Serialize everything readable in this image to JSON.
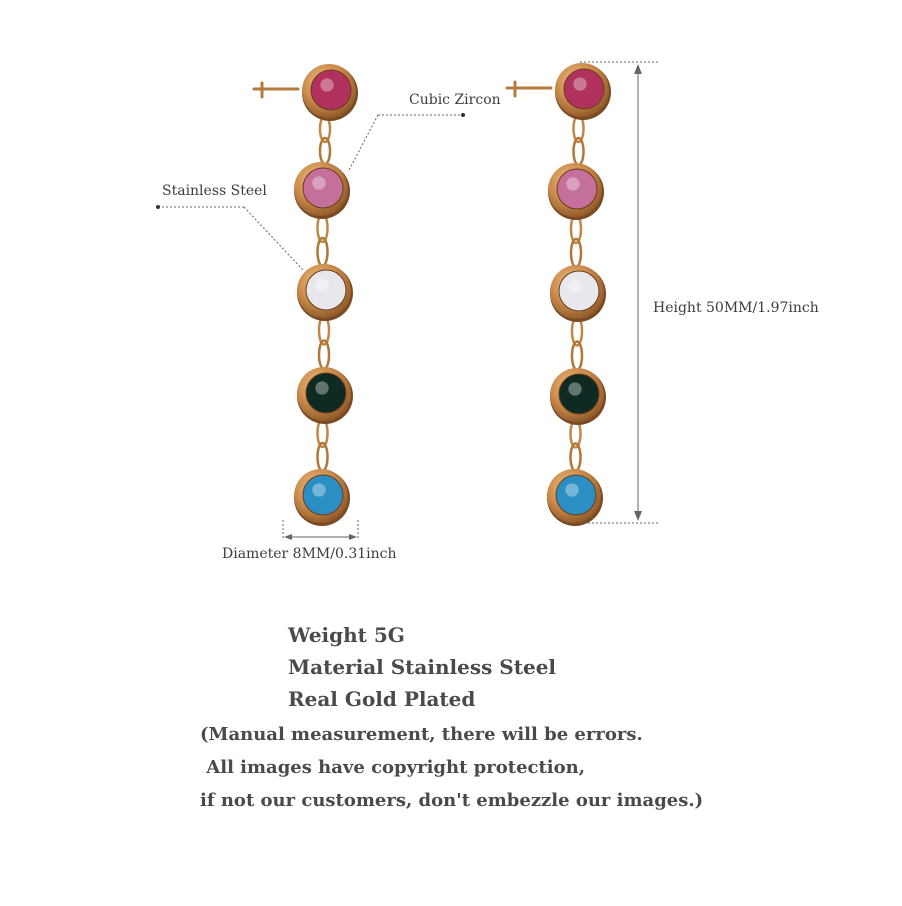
{
  "annotations": {
    "cubic_zircon": "Cubic Zircon",
    "stainless_steel": "Stainless Steel",
    "height": "Height 50MM/1.97inch",
    "diameter": "Diameter 8MM/0.31inch"
  },
  "specs": {
    "weight": "Weight 5G",
    "material": "Material Stainless Steel",
    "plating": "Real Gold Plated"
  },
  "notice": {
    "line1": "(Manual measurement, there will be errors.",
    "line2": " All images have copyright protection,",
    "line3": "if not our customers, don't embezzle our images.)"
  },
  "colors": {
    "gold": "#c98a4a",
    "gold_dark": "#9a5f2a",
    "stones": [
      "#b0305e",
      "#c4709a",
      "#e8e8ec",
      "#0e2a22",
      "#2b8fc4"
    ]
  }
}
